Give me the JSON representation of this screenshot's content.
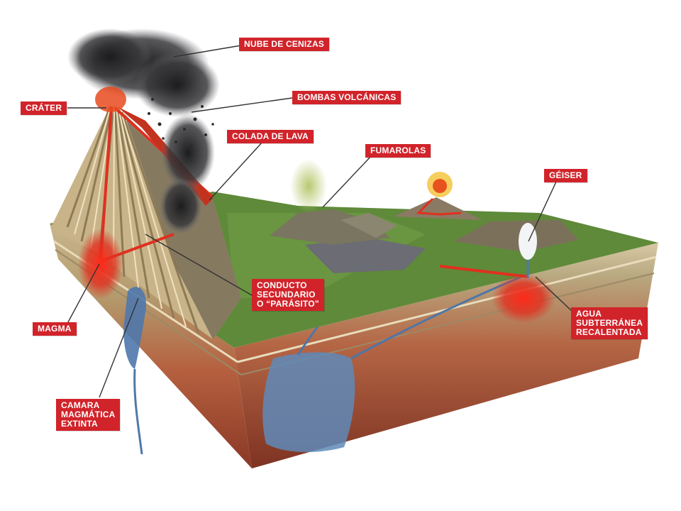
{
  "labels": {
    "nube": "NUBE DE CENIZAS",
    "crater": "CRÁTER",
    "bombas": "BOMBAS VOLCÁNICAS",
    "colada": "COLADA DE LAVA",
    "fumarolas": "FUMAROLAS",
    "geiser": "GÉISER",
    "conducto": "CONDUCTO\nSECUNDARIO\nO “PARÁSITO”",
    "magma": "MAGMA",
    "agua": "AGUA\nSUBTERRÁNEA\nRECALENTADA",
    "camara": "CAMARA\nMAGMÁTICA\nEXTINTA"
  },
  "colors": {
    "label_bg": "#d1232a",
    "label_text": "#ffffff",
    "lava": "#e0301f",
    "ash": "#2e2e30",
    "grass": "#5f8a3a",
    "water": "#5f8ab8",
    "earth": "#b65a3c"
  }
}
